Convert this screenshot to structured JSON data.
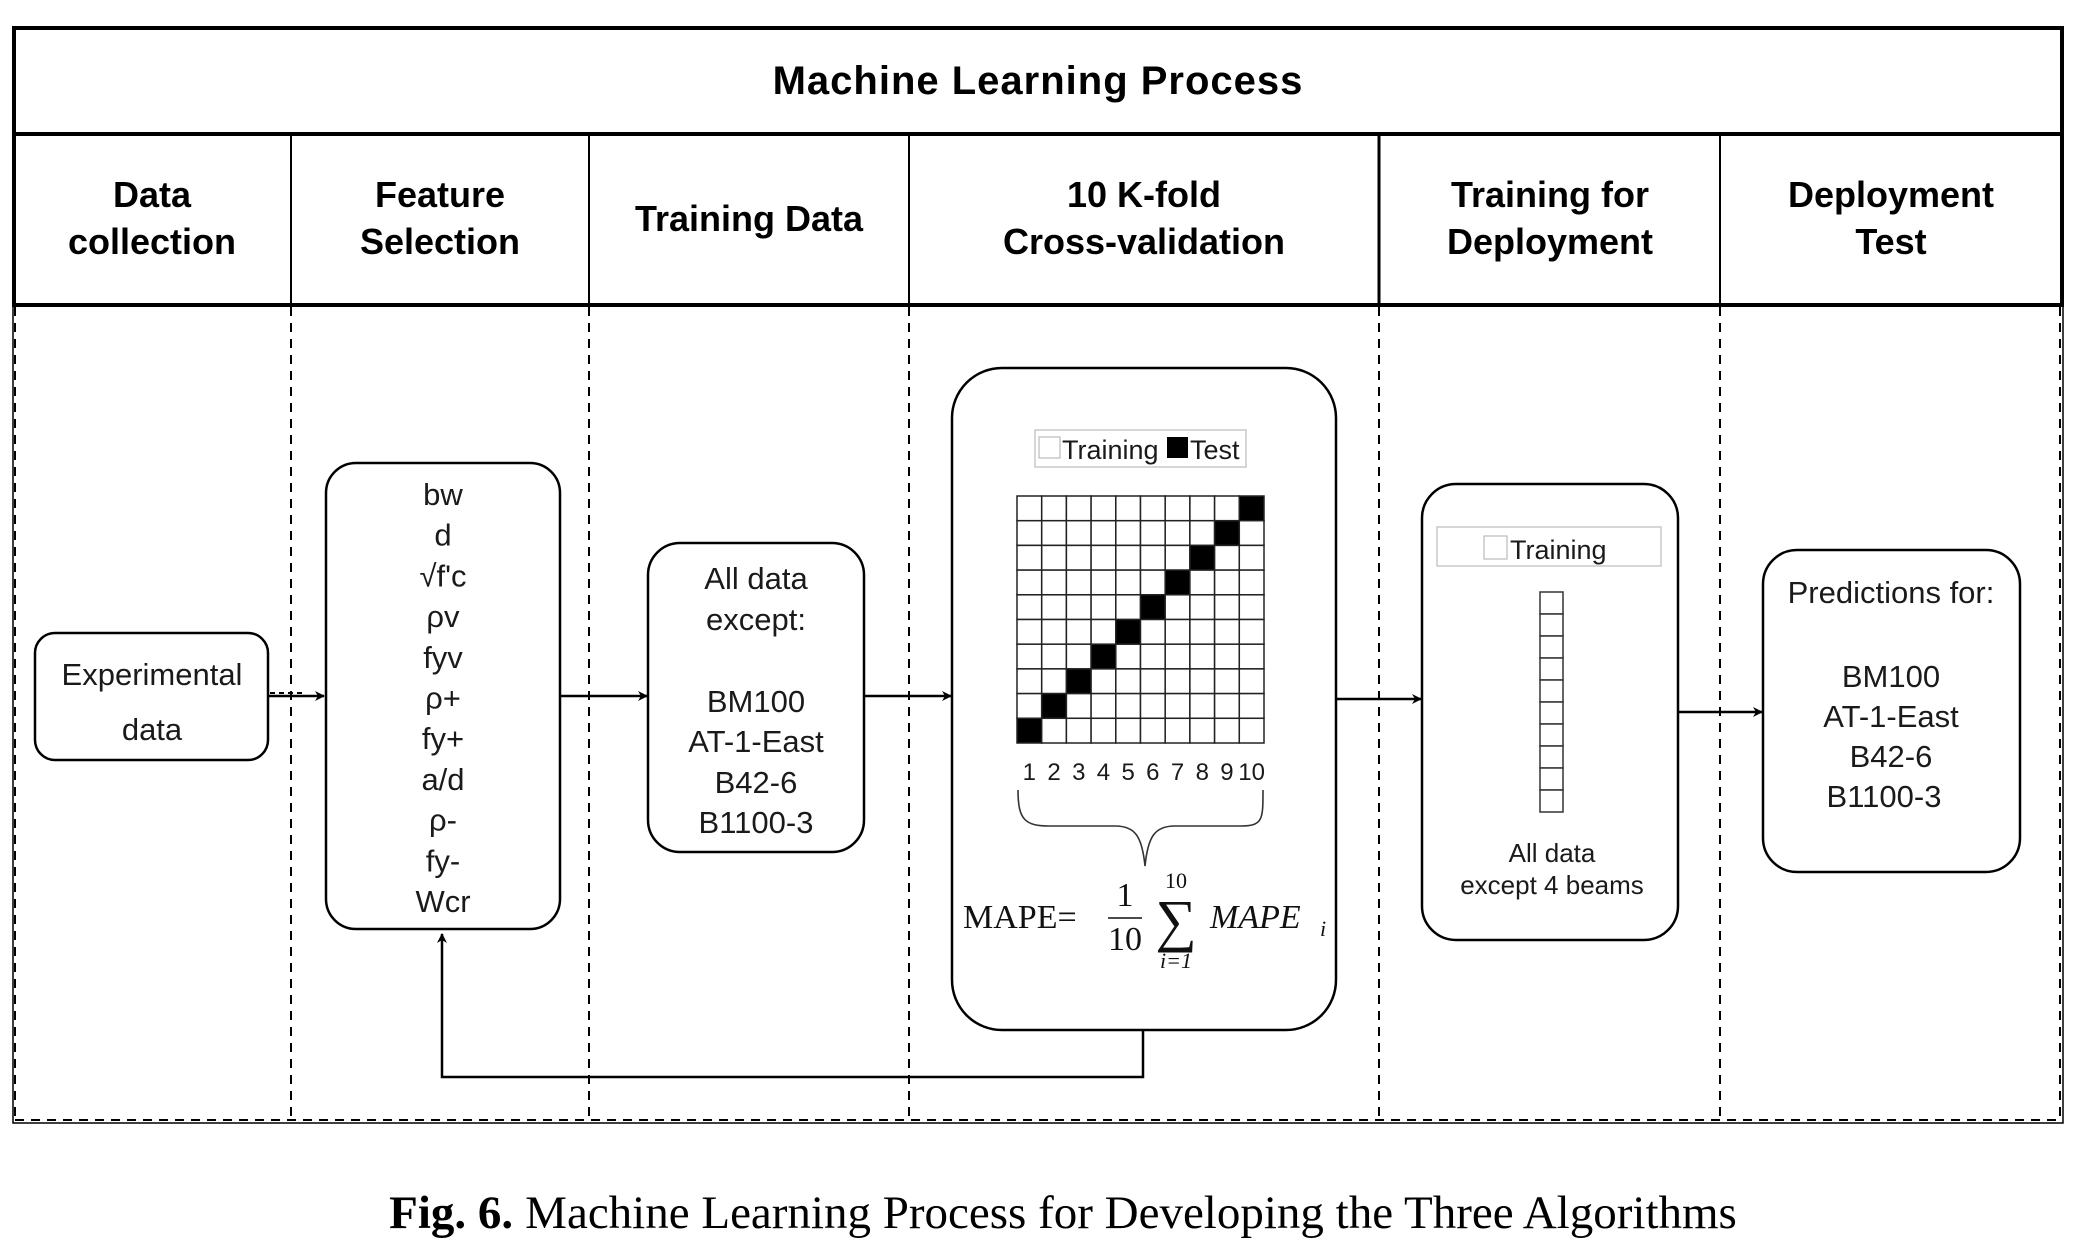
{
  "diagram": {
    "title": "Machine Learning Process",
    "columns": [
      {
        "id": "data-collection",
        "header_lines": [
          "Data",
          "collection"
        ]
      },
      {
        "id": "feature-selection",
        "header_lines": [
          "Feature",
          "Selection"
        ]
      },
      {
        "id": "training-data",
        "header_lines": [
          "Training Data"
        ]
      },
      {
        "id": "cross-validation",
        "header_lines": [
          "10 K-fold",
          "Cross-validation"
        ]
      },
      {
        "id": "training-for-deployment",
        "header_lines": [
          "Training for",
          "Deployment"
        ]
      },
      {
        "id": "deployment-test",
        "header_lines": [
          "Deployment",
          "Test"
        ]
      }
    ],
    "experimental_box": {
      "lines": [
        "Experimental",
        "data"
      ]
    },
    "features_box": {
      "features": [
        "bw",
        "d",
        "√f'c",
        "ρv",
        "fyv",
        "ρ+",
        "fy+",
        "a/d",
        "ρ-",
        "fy-",
        "Wcr"
      ]
    },
    "training_data_box": {
      "heading_lines": [
        "All data",
        "except:"
      ],
      "excluded": [
        "BM100",
        "AT-1-East",
        "B42-6",
        "B1100-3"
      ]
    },
    "cv_box": {
      "legend_training": "Training",
      "legend_test": "Test",
      "folds": 10,
      "fold_labels": [
        "1",
        "2",
        "3",
        "4",
        "5",
        "6",
        "7",
        "8",
        "9",
        "10"
      ],
      "formula": {
        "lhs": "MAPE=",
        "numerator": "1",
        "denominator": "10",
        "sum_upper": "10",
        "sum_lower": "i=1",
        "sigma": "∑",
        "term": "MAPE",
        "term_subscript": "i"
      }
    },
    "deployment_training_box": {
      "legend_training": "Training",
      "cells": 10,
      "lines": [
        "All data",
        "except 4 beams"
      ]
    },
    "predictions_box": {
      "heading": "Predictions for:",
      "items": [
        "BM100",
        "AT-1-East",
        "B42-6",
        "B1100-3"
      ]
    }
  },
  "caption": {
    "label": "Fig. 6.",
    "text": "Machine Learning Process for Developing the Three Algorithms"
  },
  "colors": {
    "stroke": "#000000",
    "test_cell": "#000000",
    "legend_border": "#c8c8c8",
    "text": "#1a1a1a"
  }
}
